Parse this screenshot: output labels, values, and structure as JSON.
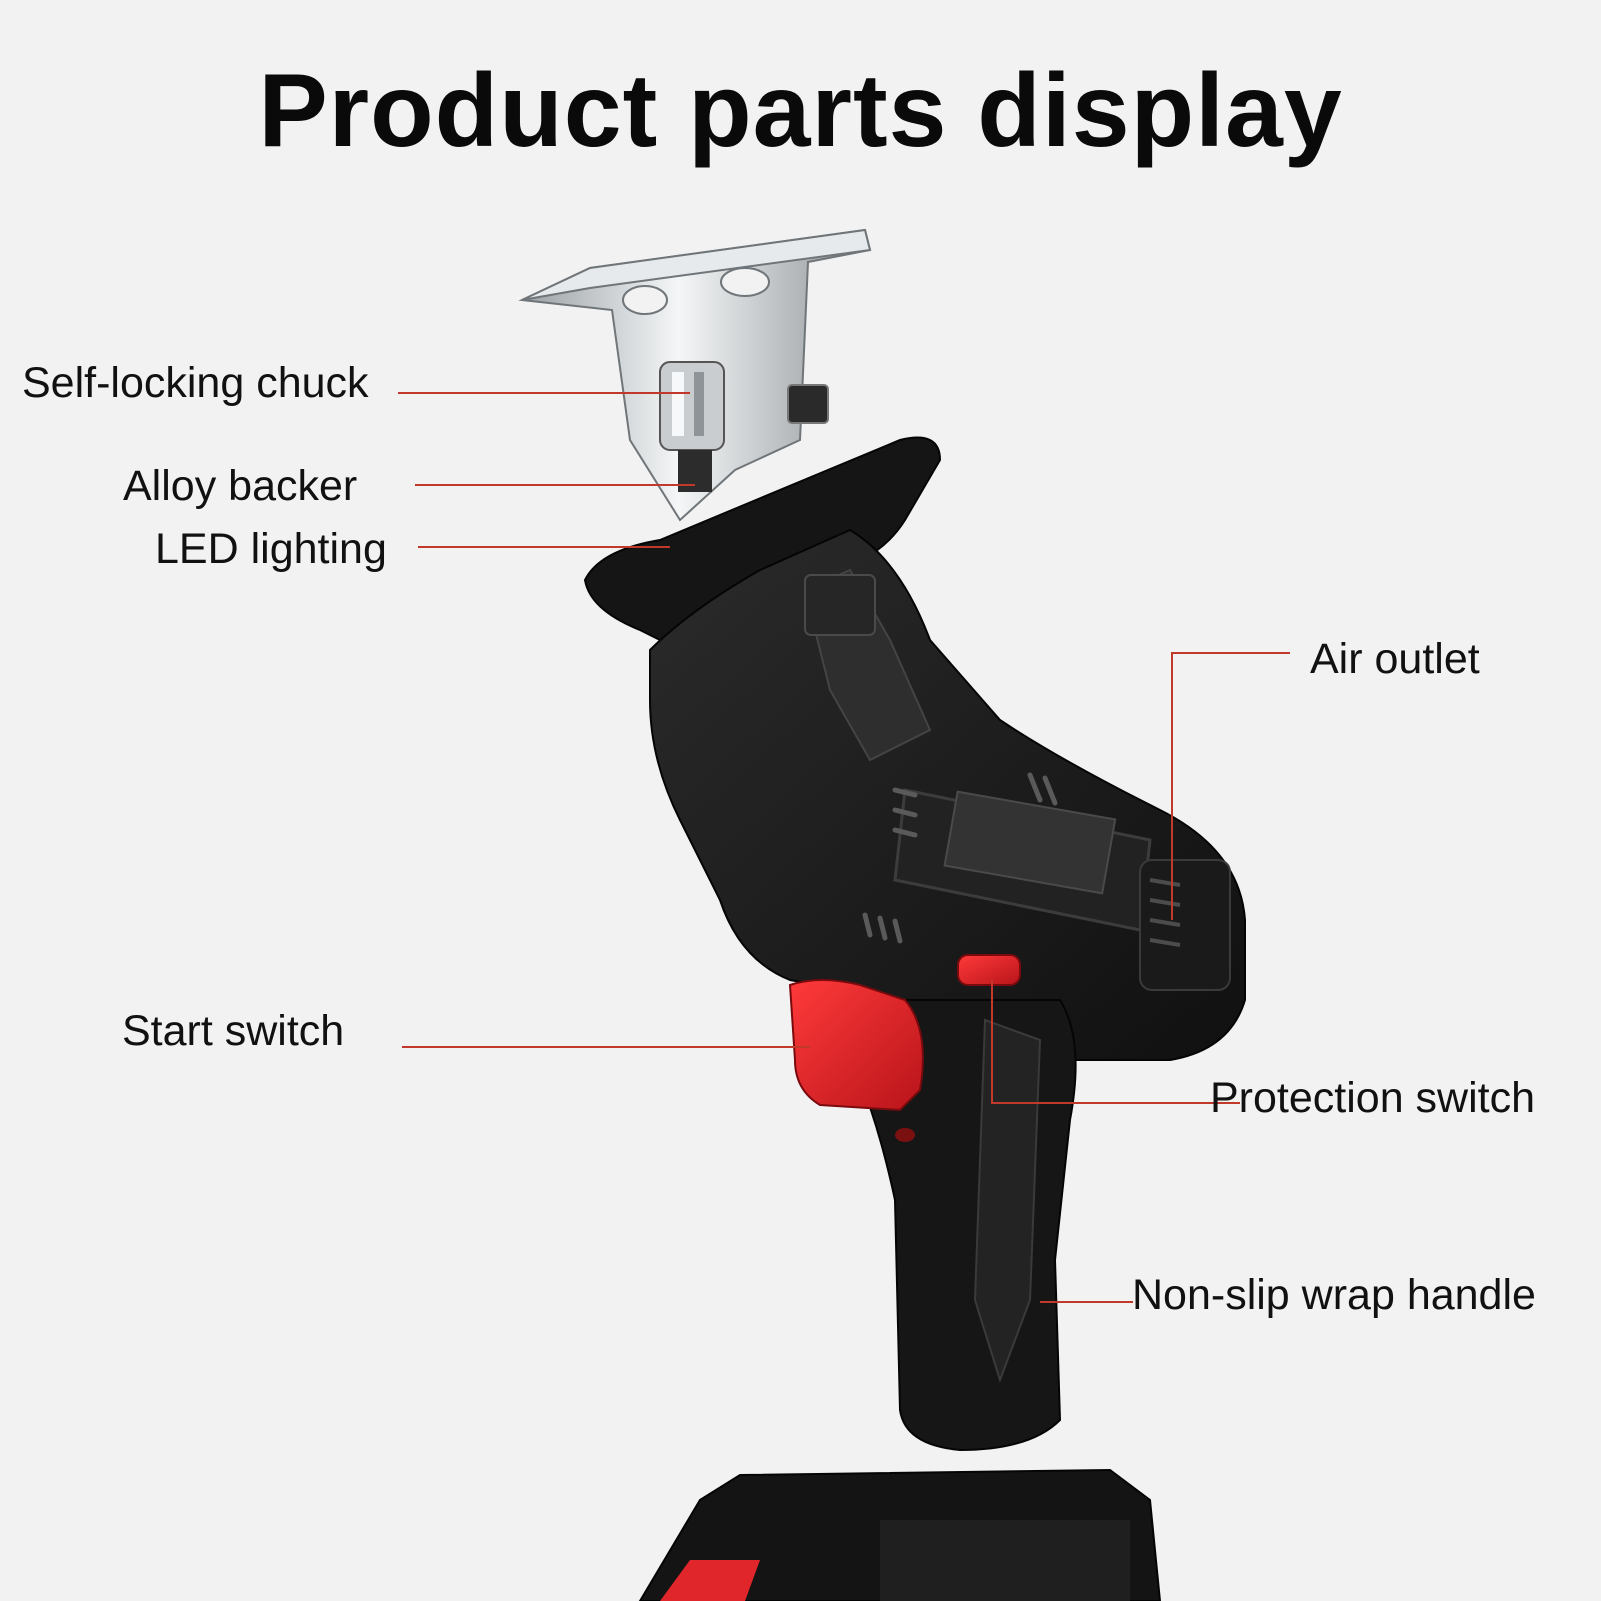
{
  "title": "Product parts display",
  "labels": {
    "self_locking_chuck": "Self-locking chuck",
    "alloy_backer": "Alloy backer",
    "led_lighting": "LED lighting",
    "start_switch": "Start switch",
    "air_outlet": "Air outlet",
    "protection_switch": "Protection switch",
    "non_slip_wrap_handle": "Non-slip wrap handle"
  },
  "colors": {
    "background": "#f2f2f2",
    "leader_line": "#c0392b",
    "tool_body": "#1b1b1b",
    "accent_red": "#e0262a",
    "blade": "#cfd3d6"
  }
}
